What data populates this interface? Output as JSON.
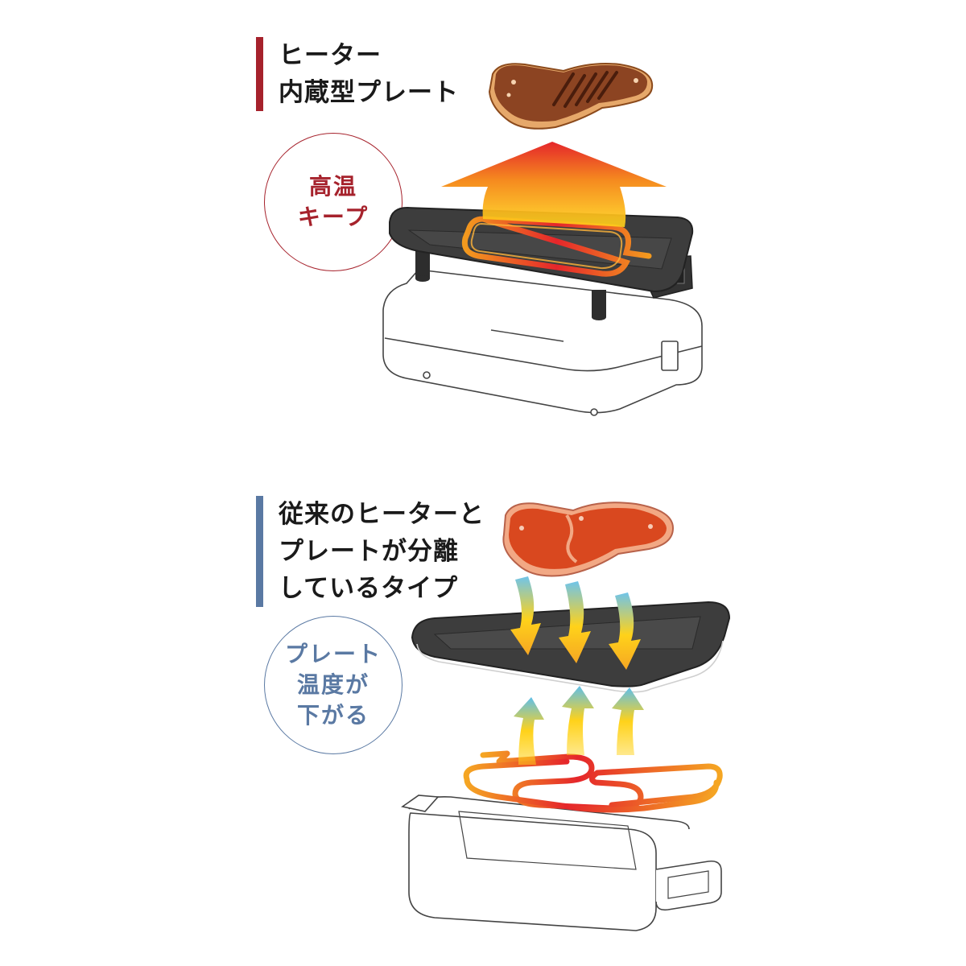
{
  "colors": {
    "accent_red": "#a6222c",
    "accent_blue": "#5a79a3",
    "plate": "#3d3d3d",
    "heat_orange": "#f08a1c",
    "heat_red": "#e5262b"
  },
  "top_section": {
    "heading_lines": [
      "ヒーター",
      "内蔵型プレート"
    ],
    "badge_lines": [
      "高温",
      "キープ"
    ],
    "icons": [
      "grilled-steak-icon",
      "heat-arrow-icon",
      "heater-plate-icon",
      "grill-base-icon"
    ]
  },
  "bottom_section": {
    "heading_lines": [
      "従来のヒーターと",
      "プレートが分離",
      "しているタイプ"
    ],
    "badge_lines": [
      "プレート",
      "温度が",
      "下がる"
    ],
    "icons": [
      "raw-meat-icon",
      "cooling-arrow-icon",
      "plate-icon",
      "coil-heater-icon",
      "grill-base-icon"
    ]
  }
}
